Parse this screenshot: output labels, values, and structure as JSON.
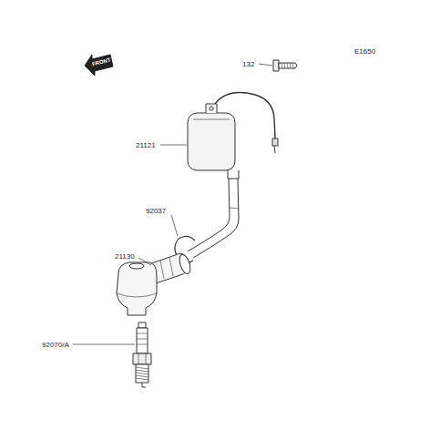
{
  "diagram": {
    "labels": [
      "FRONT",
      "E1650",
      "132",
      "21121",
      "92037",
      "21130",
      "92070/A"
    ]
  }
}
